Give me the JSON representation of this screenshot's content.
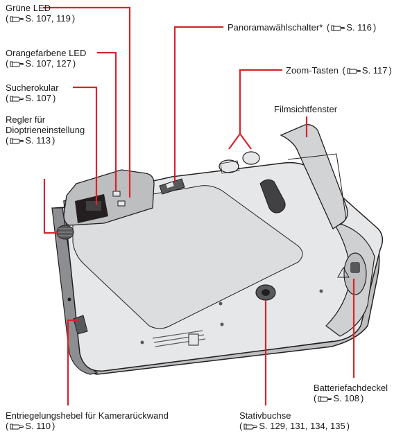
{
  "page_ref_icon": "hand-pointing-icon",
  "colors": {
    "leader": "#d8232a",
    "camera_light": "#e6e7e8",
    "camera_mid": "#bcbec0",
    "camera_dark": "#58595b"
  },
  "labels": {
    "gruene_led": {
      "title": "Grüne LED",
      "ref": "S. 107, 119"
    },
    "orange_led": {
      "title": "Orangefarbene LED",
      "ref": "S. 107, 127"
    },
    "sucherokular": {
      "title": "Sucherokular",
      "ref": "S. 107"
    },
    "regler": {
      "title_line1": "Regler für",
      "title_line2": "Dioptrieneinstellung",
      "ref": "S. 113"
    },
    "panorama": {
      "title": "Panoramawählschalter*",
      "ref": "S. 116"
    },
    "zoom": {
      "title": "Zoom-Tasten",
      "ref": "S. 117"
    },
    "filmsicht": {
      "title": "Filmsichtfenster"
    },
    "batterie": {
      "title": "Batteriefachdeckel",
      "ref": "S. 108"
    },
    "entriegelung": {
      "title": "Entriegelungshebel für Kamerarückwand",
      "ref": "S. 110"
    },
    "stativ": {
      "title": "Stativbuchse",
      "ref": "S. 129, 131, 134, 135"
    }
  }
}
